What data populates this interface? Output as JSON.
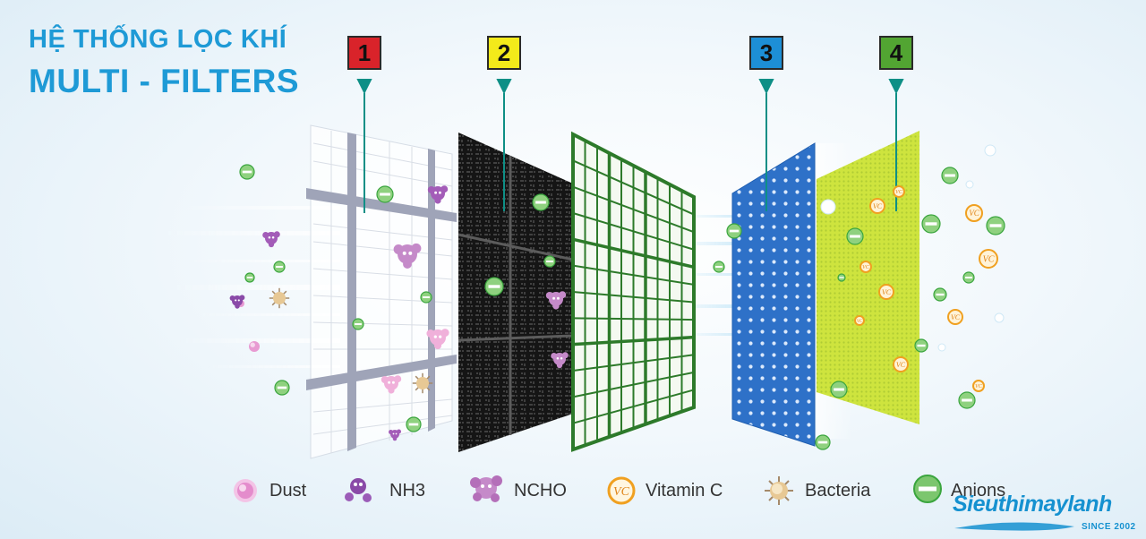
{
  "title": {
    "line1": "HỆ THỐNG LỌC KHÍ",
    "line2": "MULTI - FILTERS"
  },
  "filters": [
    {
      "number": "1",
      "color": "#d9232a"
    },
    {
      "number": "2",
      "color": "#f3ea1a"
    },
    {
      "number": "3",
      "color": "#1d8fd6"
    },
    {
      "number": "4",
      "color": "#52a532"
    }
  ],
  "legend": [
    {
      "label": "Dust",
      "icon": "dust-icon"
    },
    {
      "label": "NH3",
      "icon": "nh3-icon"
    },
    {
      "label": "NCHO",
      "icon": "ncho-icon"
    },
    {
      "label": "Vitamin C",
      "icon": "vitamin-c-icon"
    },
    {
      "label": "Bacteria",
      "icon": "bacteria-icon"
    },
    {
      "label": "Anions",
      "icon": "anion-icon"
    }
  ],
  "vc_text": "VC",
  "brand": {
    "name": "Sieuthimaylanh",
    "since": "SINCE 2002"
  },
  "colors": {
    "title": "#1e9ad6",
    "pointer": "#0e8f86",
    "anion": "#3aa53e",
    "dust": "#e58ac8",
    "vitamin": "#f0a020"
  }
}
